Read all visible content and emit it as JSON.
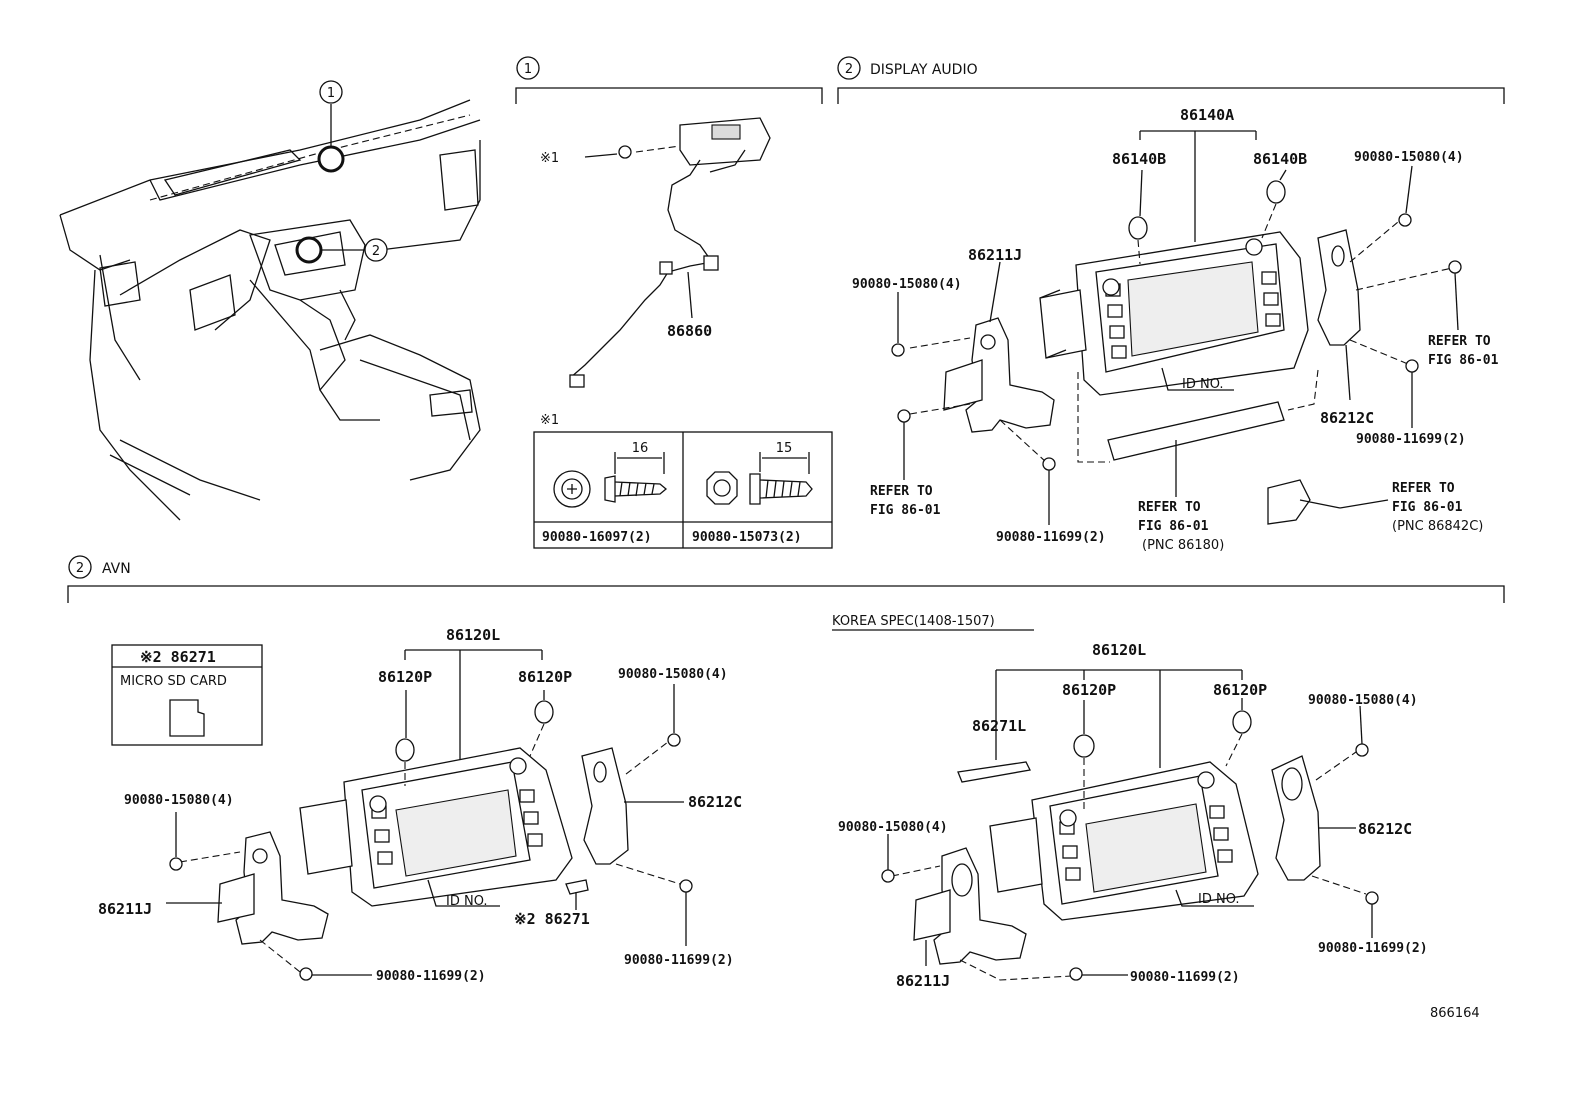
{
  "callouts": {
    "one": "1",
    "two": "2"
  },
  "section1": {
    "number": "1"
  },
  "section_display_audio": {
    "number": "2",
    "title": "DISPLAY AUDIO"
  },
  "section_avn": {
    "number": "2",
    "title": "AVN"
  },
  "korea_spec": "KOREA SPEC(1408-1507)",
  "parts": {
    "p86860": "86860",
    "note1_mark": "※1",
    "note1_mark_table": "※1",
    "dim16": "16",
    "dim15": "15",
    "screw1": "90080-16097(2)",
    "screw2": "90080-15073(2)",
    "da_86140A": "86140A",
    "da_86140B_l": "86140B",
    "da_86140B_r": "86140B",
    "da_15080_tr": "90080-15080(4)",
    "da_86211J": "86211J",
    "da_15080_l": "90080-15080(4)",
    "da_refer_r1": "REFER TO",
    "da_refer_r2": "FIG 86-01",
    "da_id_no": "ID NO.",
    "da_86212C": "86212C",
    "da_11699_r": "90080-11699(2)",
    "da_refer_l1": "REFER TO",
    "da_refer_l2": "FIG 86-01",
    "da_11699_b": "90080-11699(2)",
    "da_refer_m1": "REFER TO",
    "da_refer_m2": "FIG 86-01",
    "da_pnc_m": "(PNC 86180)",
    "da_refer_br1": "REFER TO",
    "da_refer_br2": "FIG 86-01",
    "da_pnc_br": "(PNC 86842C)",
    "sd_mark": "※2 86271",
    "sd_label": "MICRO SD CARD",
    "avn_86120L": "86120L",
    "avn_86120P_l": "86120P",
    "avn_86120P_r": "86120P",
    "avn_15080_r": "90080-15080(4)",
    "avn_15080_l": "90080-15080(4)",
    "avn_86212C": "86212C",
    "avn_86211J": "86211J",
    "avn_id_no": "ID NO.",
    "avn_86271": "※2 86271",
    "avn_11699_b": "90080-11699(2)",
    "avn_11699_r": "90080-11699(2)",
    "k_86120L": "86120L",
    "k_86271L": "86271L",
    "k_86120P_l": "86120P",
    "k_86120P_r": "86120P",
    "k_15080_r": "90080-15080(4)",
    "k_15080_l": "90080-15080(4)",
    "k_86212C": "86212C",
    "k_id_no": "ID NO.",
    "k_11699_r": "90080-11699(2)",
    "k_86211J": "86211J",
    "k_11699_b": "90080-11699(2)"
  },
  "figure_number": "866164"
}
